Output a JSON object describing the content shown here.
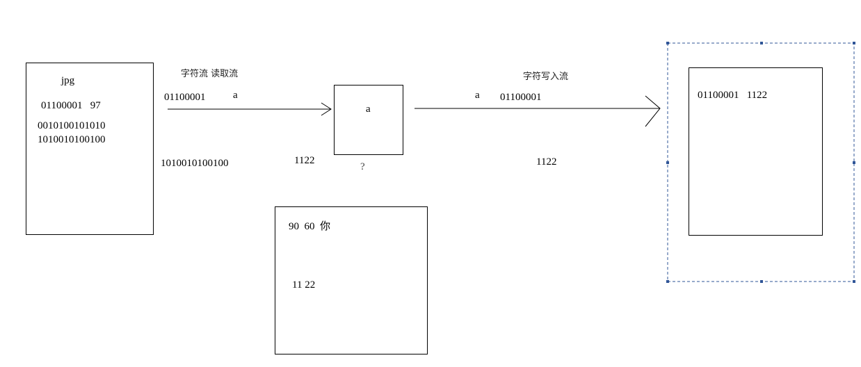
{
  "source_file": {
    "title": "jpg",
    "line1": "01100001   97",
    "line2": "0010100101010",
    "line3": "1010010100100"
  },
  "read_stream": {
    "label": "字符流 读取流",
    "bits": "01100001",
    "char": "a",
    "bits2": "1010010100100",
    "num": "1122"
  },
  "buffer": {
    "char": "a",
    "question": "?"
  },
  "lookup_table": {
    "line1": "90  60  你",
    "line2": "11 22"
  },
  "write_stream": {
    "label": "字符写入流",
    "char": "a",
    "bits": "01100001",
    "num": "1122"
  },
  "target_file": {
    "text": "01100001   1122"
  },
  "colors": {
    "selection": "#2f5597"
  }
}
